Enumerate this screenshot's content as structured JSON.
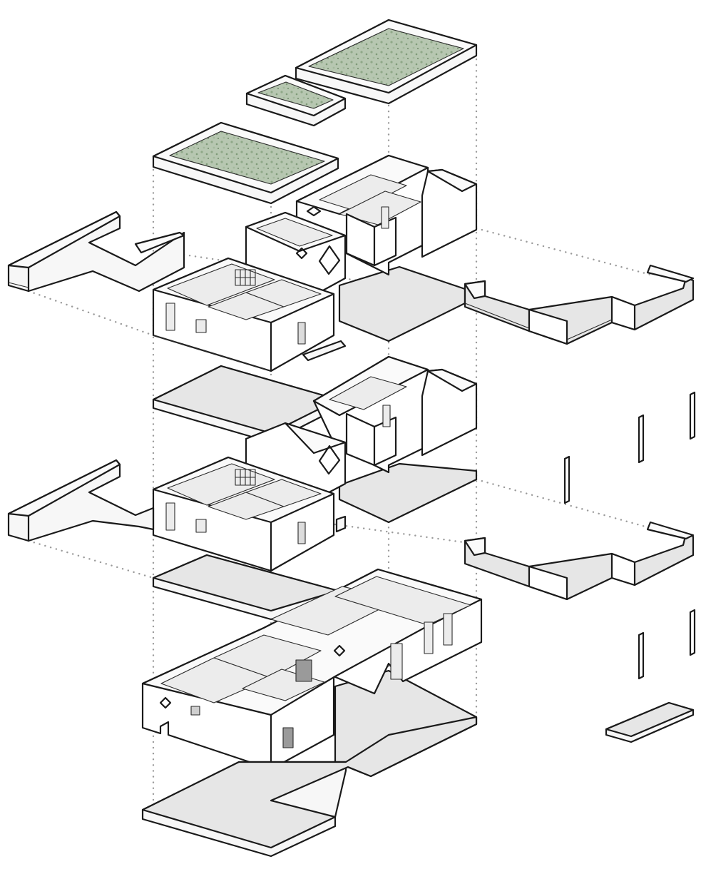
{
  "figure": {
    "kind": "exploded-axonometric-building",
    "colors": {
      "line": "#1a1a1a",
      "slab": "#e6e6e6",
      "wall": "#ffffff",
      "green_roof": "#9fb59a",
      "guide": "#9a9a9a"
    },
    "layers": [
      "green-roofs",
      "upper-floor-walls",
      "upper-terraces",
      "middle-slab",
      "middle-floor-walls",
      "middle-terraces",
      "columns",
      "ground-slab",
      "ground-floor-walls",
      "foundation-slab"
    ]
  }
}
